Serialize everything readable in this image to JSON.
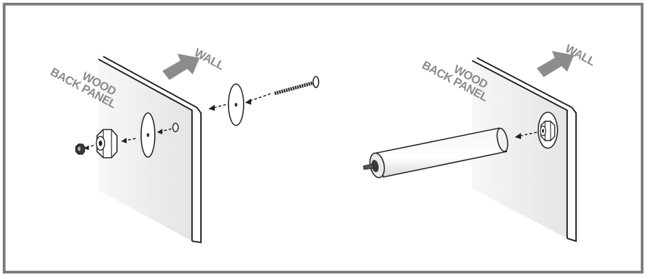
{
  "left_figure": {
    "wall_label": "WALL",
    "panel_label_line1": "WOOD",
    "panel_label_line2": "BACK PANEL"
  },
  "right_figure": {
    "wall_label": "WALL",
    "panel_label_line1": "WOOD",
    "panel_label_line2": "BACK PANEL"
  },
  "colors": {
    "frame": "#7d7d7d",
    "panel_fill": "#ececec",
    "panel_edge": "#222222",
    "arrow": "#8c8c8c",
    "label": "#8a8a8a"
  }
}
